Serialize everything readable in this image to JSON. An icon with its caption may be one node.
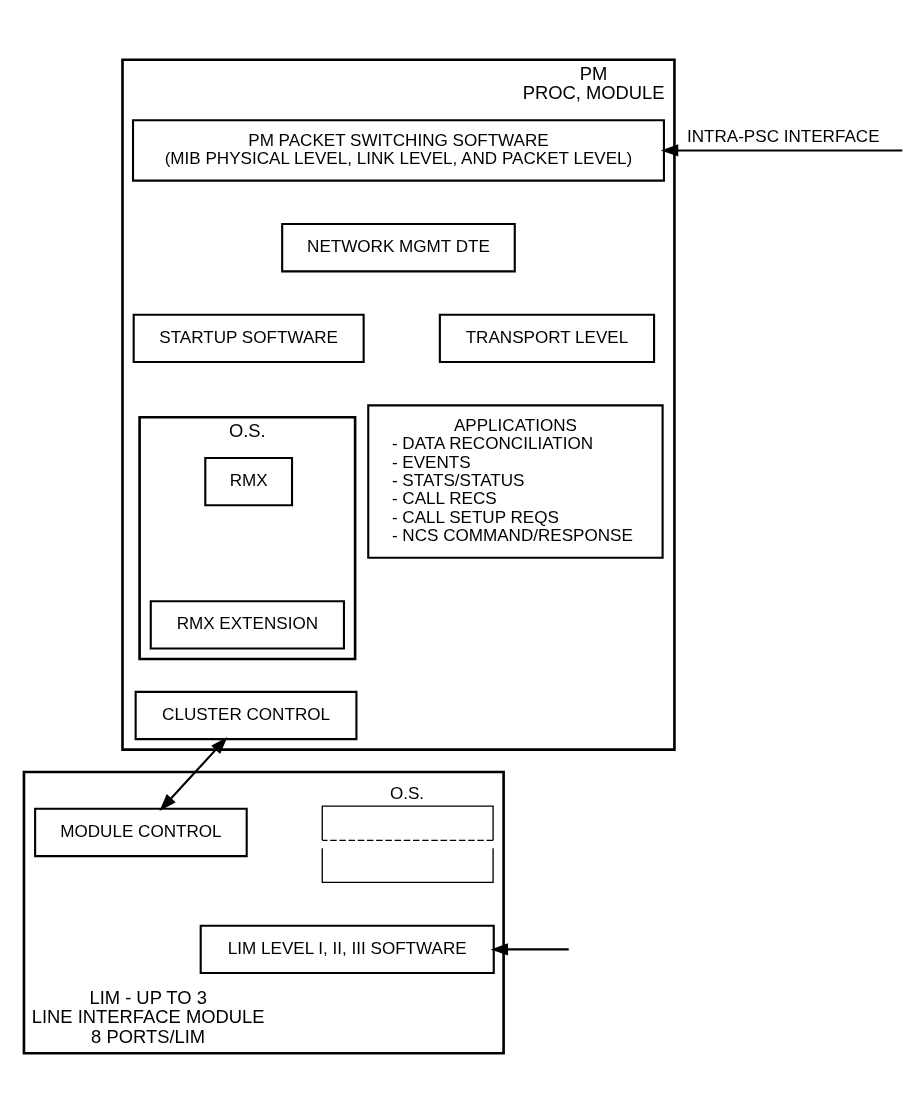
{
  "diagram": {
    "nodes": [
      {
        "text": [
          "PM",
          "PROC, MODULE"
        ]
      },
      {
        "text": [
          "PM PACKET SWITCHING SOFTWARE",
          "(MIB PHYSICAL LEVEL, LINK LEVEL, AND PACKET LEVEL)"
        ],
        "in": 0
      },
      {
        "text": [
          "NETWORK MGMT DTE"
        ],
        "in": 0
      },
      {
        "text": [
          "TRANSPORT LEVEL"
        ],
        "in": 0
      },
      {
        "text": [
          "STARTUP SOFTWARE"
        ],
        "in": 0
      },
      {
        "text": [
          "APPLICATIONS",
          "- DATA RECONCILIATION",
          "- EVENTS",
          "- STATS/STATUS",
          "- CALL RECS",
          "- CALL SETUP REQS",
          "- NCS COMMAND/RESPONSE"
        ],
        "in": 0
      },
      {
        "text": [
          "O.S."
        ],
        "in": 0
      },
      {
        "text": [
          "RMX"
        ],
        "in": 6
      },
      {
        "text": [
          "RMX EXTENSION"
        ],
        "in": 6
      },
      {
        "text": [
          "CLUSTER CONTROL"
        ],
        "in": 0
      },
      {
        "text": [
          "LIM - UP TO 3",
          "LINE INTERFACE MODULE",
          "8 PORTS/LIM"
        ]
      },
      {
        "text": [
          "O.S."
        ],
        "in": 10
      },
      {
        "text": [
          "MODULE CONTROL"
        ],
        "in": 10
      },
      {
        "text": [
          "LIM LEVEL I, II, III SOFTWARE"
        ],
        "in": 10
      }
    ],
    "edges": [
      {
        "from": 9,
        "to": 12,
        "arrow": "both"
      },
      {
        "from": null,
        "to": 1,
        "arrow": "to",
        "label": "INTRA-PSC INTERFACE"
      },
      {
        "from": null,
        "to": 13,
        "arrow": "to"
      }
    ]
  }
}
